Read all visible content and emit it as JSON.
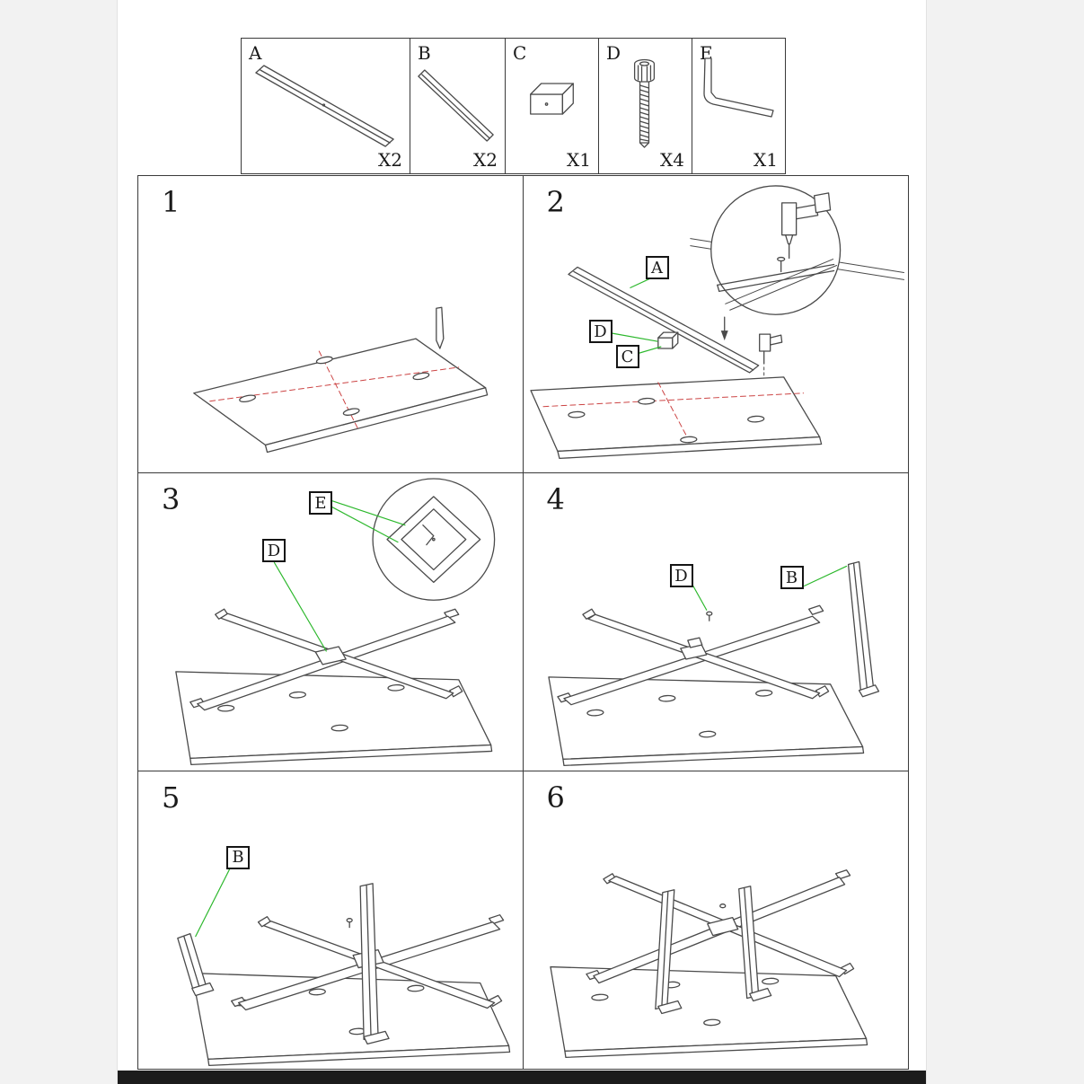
{
  "parts_table": {
    "items": [
      {
        "label": "A",
        "qty": "X2"
      },
      {
        "label": "B",
        "qty": "X2"
      },
      {
        "label": "C",
        "qty": "X1"
      },
      {
        "label": "D",
        "qty": "X4"
      },
      {
        "label": "E",
        "qty": "X1"
      }
    ]
  },
  "steps": [
    {
      "number": "1",
      "callouts": []
    },
    {
      "number": "2",
      "callouts": [
        "A",
        "D",
        "C"
      ]
    },
    {
      "number": "3",
      "callouts": [
        "E",
        "D"
      ]
    },
    {
      "number": "4",
      "callouts": [
        "D",
        "B"
      ]
    },
    {
      "number": "5",
      "callouts": [
        "B"
      ]
    },
    {
      "number": "6",
      "callouts": []
    }
  ],
  "colors": {
    "line": "#4a4a4a",
    "guide_red": "#cc4444",
    "callout_green": "#2db82d",
    "bottom_bar": "#1c1c1c"
  }
}
